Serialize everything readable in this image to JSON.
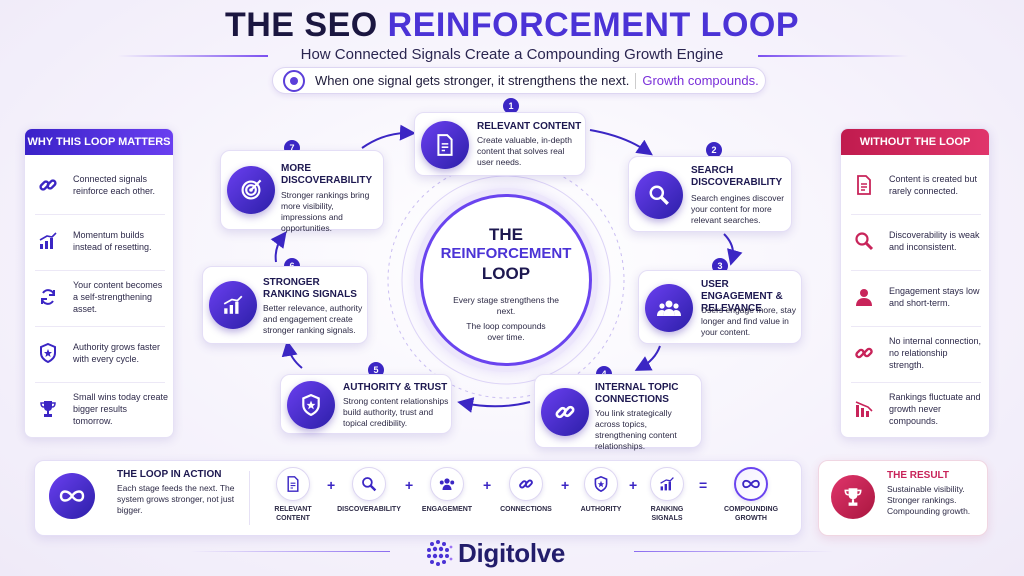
{
  "header": {
    "title_a": "THE SEO",
    "title_b": "REINFORCEMENT LOOP",
    "subtitle": "How Connected Signals Create a Compounding Growth Engine",
    "tagline": "When one signal gets stronger, it strengthens the next.",
    "tagline_accent": "Growth compounds."
  },
  "left_panel": {
    "heading": "WHY THIS LOOP MATTERS",
    "items": [
      {
        "icon": "link-icon",
        "text": "Connected signals reinforce each other."
      },
      {
        "icon": "bar-chart-icon",
        "text": "Momentum builds instead of resetting."
      },
      {
        "icon": "refresh-icon",
        "text": "Your content becomes a self-strengthening asset."
      },
      {
        "icon": "shield-star-icon",
        "text": "Authority grows faster with every cycle."
      },
      {
        "icon": "trophy-icon",
        "text": "Small wins today create bigger results tomorrow."
      }
    ]
  },
  "right_panel": {
    "heading": "WITHOUT THE LOOP",
    "items": [
      {
        "icon": "document-icon",
        "text": "Content is created but rarely connected."
      },
      {
        "icon": "search-icon",
        "text": "Discoverability is weak and inconsistent."
      },
      {
        "icon": "user-icon",
        "text": "Engagement stays low and short-term."
      },
      {
        "icon": "broken-link-icon",
        "text": "No internal connection, no relationship strength."
      },
      {
        "icon": "chart-down-icon",
        "text": "Rankings fluctuate and growth never compounds."
      }
    ]
  },
  "loop": [
    {
      "num": "1",
      "title": "RELEVANT CONTENT",
      "desc": "Create valuable, in-depth content that solves real user needs.",
      "icon": "document-pen-icon"
    },
    {
      "num": "2",
      "title": "SEARCH DISCOVERABILITY",
      "desc": "Search engines discover your content for more relevant searches.",
      "icon": "search-icon"
    },
    {
      "num": "3",
      "title": "USER ENGAGEMENT & RELEVANCE",
      "desc": "Users engage more, stay longer and find value in your content.",
      "icon": "users-icon"
    },
    {
      "num": "4",
      "title": "INTERNAL TOPIC CONNECTIONS",
      "desc": "You link strategically across topics, strengthening content relationships.",
      "icon": "link-icon"
    },
    {
      "num": "5",
      "title": "AUTHORITY & TRUST",
      "desc": "Strong content relationships build authority, trust and topical credibility.",
      "icon": "shield-star-icon"
    },
    {
      "num": "6",
      "title": "STRONGER RANKING SIGNALS",
      "desc": "Better relevance, authority and engagement create stronger ranking signals.",
      "icon": "bar-chart-icon"
    },
    {
      "num": "7",
      "title": "MORE DISCOVERABILITY",
      "desc": "Stronger rankings bring more visibility, impressions and opportunities.",
      "icon": "target-icon"
    }
  ],
  "center": {
    "line1": "THE",
    "line2": "REINFORCEMENT",
    "line3": "LOOP",
    "text1": "Every stage strengthens the next.",
    "text2": "The loop compounds over time."
  },
  "loop_in_action": {
    "title": "THE LOOP IN ACTION",
    "desc": "Each stage feeds the next. The system grows stronger, not just bigger.",
    "steps": [
      {
        "label": "RELEVANT CONTENT",
        "icon": "document-pen-icon"
      },
      {
        "label": "DISCOVERABILITY",
        "icon": "search-icon"
      },
      {
        "label": "ENGAGEMENT",
        "icon": "users-icon"
      },
      {
        "label": "CONNECTIONS",
        "icon": "link-icon"
      },
      {
        "label": "AUTHORITY",
        "icon": "shield-star-icon"
      },
      {
        "label": "RANKING SIGNALS",
        "icon": "bar-chart-icon"
      }
    ],
    "plus": "+",
    "equals": "=",
    "result_label": "COMPOUNDING GROWTH"
  },
  "result": {
    "title": "THE RESULT",
    "text": "Sustainable visibility. Stronger rankings. Compounding growth."
  },
  "brand": {
    "name": "Digitolve"
  },
  "colors": {
    "accent": "#4b33d6",
    "negative": "#c8245a",
    "brand_purple": "#6a3ff0"
  }
}
